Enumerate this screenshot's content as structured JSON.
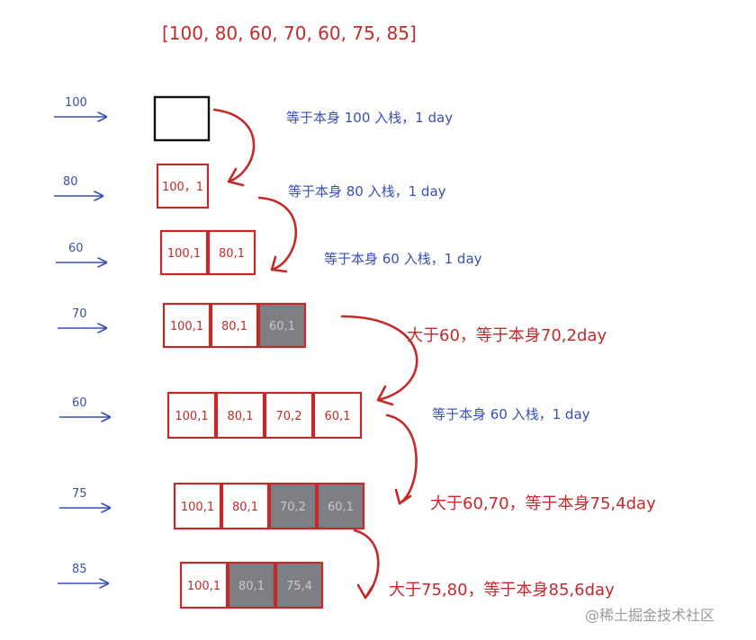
{
  "header": {
    "array_text": "[100, 80, 60, 70, 60, 75, 85]"
  },
  "colors": {
    "red": "#c42a2a",
    "blue": "#3a4fb5",
    "gray": "#7e7e85",
    "black": "#111111"
  },
  "steps": [
    {
      "input": "100",
      "cells": [],
      "note": "等于本身 100 入栈，1 day",
      "note_color": "blue"
    },
    {
      "input": "80",
      "cells": [
        {
          "text": "100，1",
          "popped": false
        }
      ],
      "note": "等于本身 80 入栈，1 day",
      "note_color": "blue"
    },
    {
      "input": "60",
      "cells": [
        {
          "text": "100,1",
          "popped": false
        },
        {
          "text": "80,1",
          "popped": false
        }
      ],
      "note": "等于本身 60 入栈，1 day",
      "note_color": "blue"
    },
    {
      "input": "70",
      "cells": [
        {
          "text": "100,1",
          "popped": false
        },
        {
          "text": "80,1",
          "popped": false
        },
        {
          "text": "60,1",
          "popped": true
        }
      ],
      "note": "大于60，等于本身70,2day",
      "note_color": "red"
    },
    {
      "input": "60",
      "cells": [
        {
          "text": "100,1",
          "popped": false
        },
        {
          "text": "80,1",
          "popped": false
        },
        {
          "text": "70,2",
          "popped": false
        },
        {
          "text": "60,1",
          "popped": false
        }
      ],
      "note": "等于本身 60 入栈，1 day",
      "note_color": "blue"
    },
    {
      "input": "75",
      "cells": [
        {
          "text": "100,1",
          "popped": false
        },
        {
          "text": "80,1",
          "popped": false
        },
        {
          "text": "70,2",
          "popped": true
        },
        {
          "text": "60,1",
          "popped": true
        }
      ],
      "note": "大于60,70，等于本身75,4day",
      "note_color": "red"
    },
    {
      "input": "85",
      "cells": [
        {
          "text": "100,1",
          "popped": false
        },
        {
          "text": "80,1",
          "popped": true
        },
        {
          "text": "75,4",
          "popped": true
        }
      ],
      "note": "大于75,80，等于本身85,6day",
      "note_color": "red"
    }
  ],
  "watermark": "@稀土掘金技术社区"
}
